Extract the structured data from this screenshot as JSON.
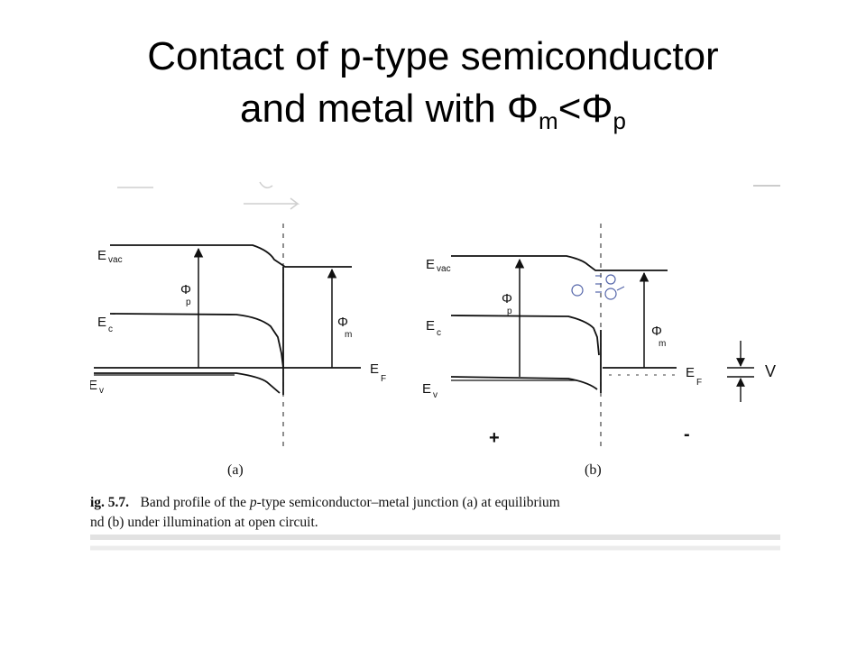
{
  "title": {
    "line1": "Contact of p-type semiconductor",
    "line2_prefix": "and metal with Φ",
    "sub_m": "m",
    "lt_phi": "<Φ",
    "sub_p": "p"
  },
  "diagram": {
    "panel_a": {
      "e_vac": "E",
      "e_vac_sub": "vac",
      "e_c": "E",
      "e_c_sub": "c",
      "e_v": "E",
      "e_v_sub": "v",
      "e_f": "E",
      "e_f_sub": "F",
      "phi_p": "Φ",
      "phi_p_sub": "p",
      "phi_m": "Φ",
      "phi_m_sub": "m",
      "label": "(a)"
    },
    "panel_b": {
      "e_vac": "E",
      "e_vac_sub": "vac",
      "e_c": "E",
      "e_c_sub": "c",
      "e_v": "E",
      "e_v_sub": "v",
      "e_f": "E",
      "e_f_sub": "F",
      "phi_p": "Φ",
      "phi_p_sub": "p",
      "phi_m": "Φ",
      "phi_m_sub": "m",
      "voltage": "V",
      "plus": "+",
      "minus": "-",
      "label": "(b)"
    },
    "caption": {
      "fig_label": "ig. 5.7.",
      "line1_a": "Band profile of the ",
      "line1_it": "p",
      "line1_b": "-type semiconductor–metal junction (a) at equilibrium",
      "line2": "nd (b) under illumination at open circuit."
    }
  }
}
